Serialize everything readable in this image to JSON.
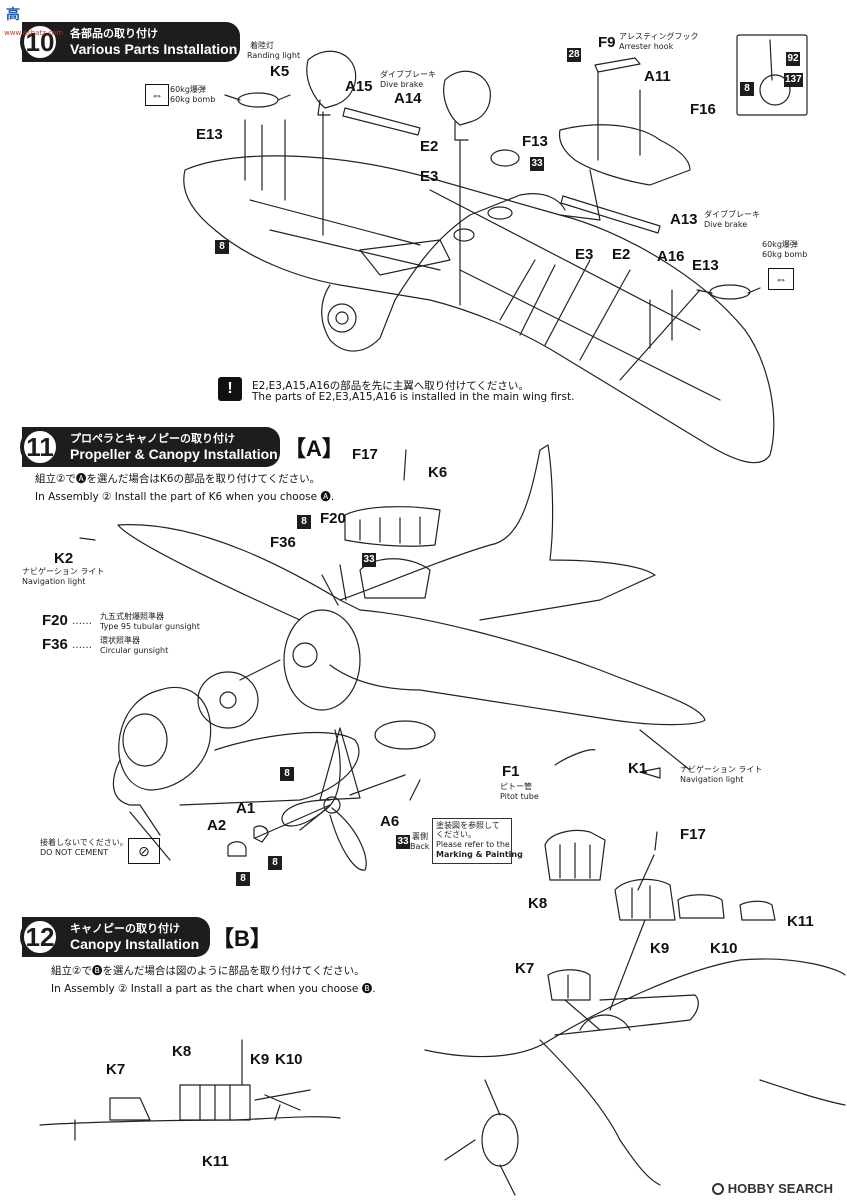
{
  "step10": {
    "number": "10",
    "title_jp": "各部品の取り付け",
    "title_en": "Various Parts Installation",
    "note_jp": "E2,E3,A15,A16の部品を先に主翼へ取り付けてください。",
    "note_en": "The parts of E2,E3,A15,A16 is installed in the main wing first.",
    "labels": {
      "k5": "K5",
      "k5_jp": "着陸灯",
      "k5_en": "Randing light",
      "a15": "A15",
      "a14": "A14",
      "a14_jp": "ダイブブレーキ",
      "a14_en": "Dive brake",
      "e13": "E13",
      "e2": "E2",
      "e3": "E3",
      "f9": "F9",
      "f9_jp": "アレスティングフック",
      "f9_en": "Arrester hook",
      "a11": "A11",
      "f16": "F16",
      "f13": "F13",
      "a13": "A13",
      "a13_jp": "ダイブブレーキ",
      "a13_en": "Dive brake",
      "e3b": "E3",
      "e2b": "E2",
      "a16": "A16",
      "e13b": "E13",
      "bomb_jp": "60kg爆弾",
      "bomb_en": "60kg bomb",
      "bomb2_jp": "60kg爆弾",
      "bomb2_en": "60kg bomb",
      "paint8a": "8",
      "paint28": "28",
      "paint33": "33",
      "paint92": "92",
      "paint137": "137",
      "paint8b": "8"
    }
  },
  "step11": {
    "number": "11",
    "title_jp": "プロペラとキャノピーの取り付け",
    "title_en": "Propeller & Canopy Installation",
    "choice": "A",
    "inst_jp": "組立②で🅐を選んだ場合はK6の部品を取り付けてください。",
    "inst_en": "In Assembly ② Install the part of K6 when you choose 🅐.",
    "labels": {
      "f17": "F17",
      "k6": "K6",
      "f20": "F20",
      "f36": "F36",
      "k2": "K2",
      "k2_jp": "ナビゲーション ライト",
      "k2_en": "Navigation light",
      "f20_legend": "F20",
      "f20_dots": "……",
      "f20_jp": "九五式射爆照準器",
      "f20_en": "Type 95 tubular gunsight",
      "f36_legend": "F36",
      "f36_dots": "……",
      "f36_jp": "環状照準器",
      "f36_en": "Circular gunsight",
      "f1": "F1",
      "f1_jp": "ピトー管",
      "f1_en": "Pitot tube",
      "k1": "K1",
      "k1_jp": "ナビゲーション ライト",
      "k1_en": "Navigation light",
      "a1": "A1",
      "a2": "A2",
      "a6": "A6",
      "back_jp": "裏側",
      "back_en": "Back",
      "marking_jp": "塗装図を参照して",
      "marking_jp2": "ください。",
      "marking_en": "Please refer to the",
      "marking_en2": "Marking & Painting",
      "nocement_jp": "接着しないでください。",
      "nocement_en": "DO NOT CEMENT",
      "paint8a": "8",
      "paint33a": "33",
      "paint8b": "8",
      "paint8c": "8",
      "paint33b": "33",
      "paint8d": "8"
    }
  },
  "step12": {
    "number": "12",
    "title_jp": "キャノピーの取り付け",
    "title_en": "Canopy Installation",
    "choice": "B",
    "inst_jp": "組立②で🅑を選んだ場合は図のように部品を取り付けてください。",
    "inst_en": "In Assembly ② Install a part as the  chart when you choose 🅑.",
    "labels": {
      "f17": "F17",
      "k8": "K8",
      "k9": "K9",
      "k10": "K10",
      "k11": "K11",
      "k7": "K7",
      "side_k7": "K7",
      "side_k8": "K8",
      "side_k9": "K9",
      "side_k10": "K10",
      "side_k11": "K11"
    }
  },
  "watermark": {
    "logo_text": "高",
    "site_url": "www.ashatz.com",
    "brand": "HOBBY SEARCH"
  }
}
